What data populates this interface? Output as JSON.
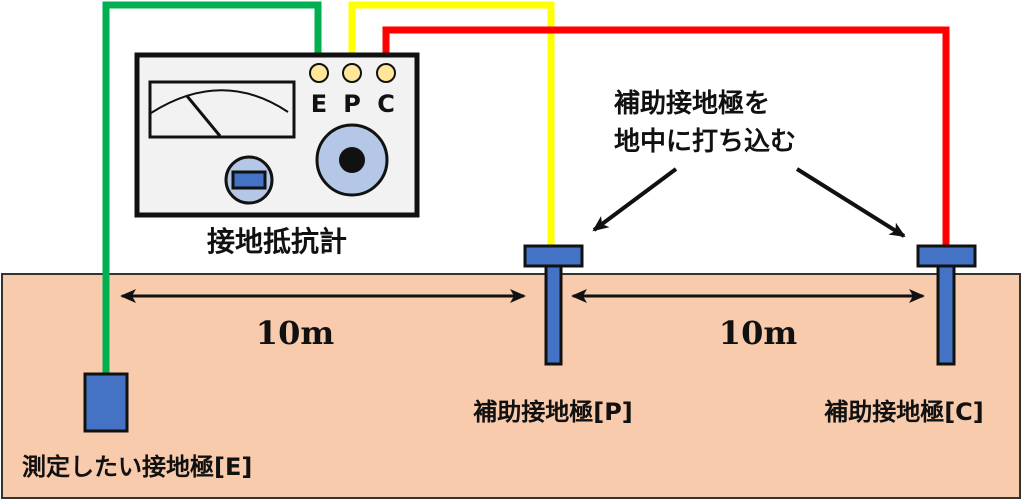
{
  "meter": {
    "label": "接地抵抗計",
    "terminals": [
      "E",
      "P",
      "C"
    ]
  },
  "annotation": {
    "line1": "補助接地極を",
    "line2": "地中に打ち込む"
  },
  "distances": {
    "e_to_p": "10m",
    "p_to_c": "10m"
  },
  "electrodes": {
    "e_label": "測定したい接地極[E]",
    "p_label": "補助接地極[P]",
    "c_label": "補助接地極[C]"
  },
  "colors": {
    "ground": "#f8cbad",
    "electrode": "#4472c4",
    "wire_e": "#00b050",
    "wire_p": "#ffff00",
    "wire_c": "#ff0000",
    "terminal": "#ffe699",
    "dial": "#b4c7e7",
    "meter_body": "#f2f2f2"
  }
}
